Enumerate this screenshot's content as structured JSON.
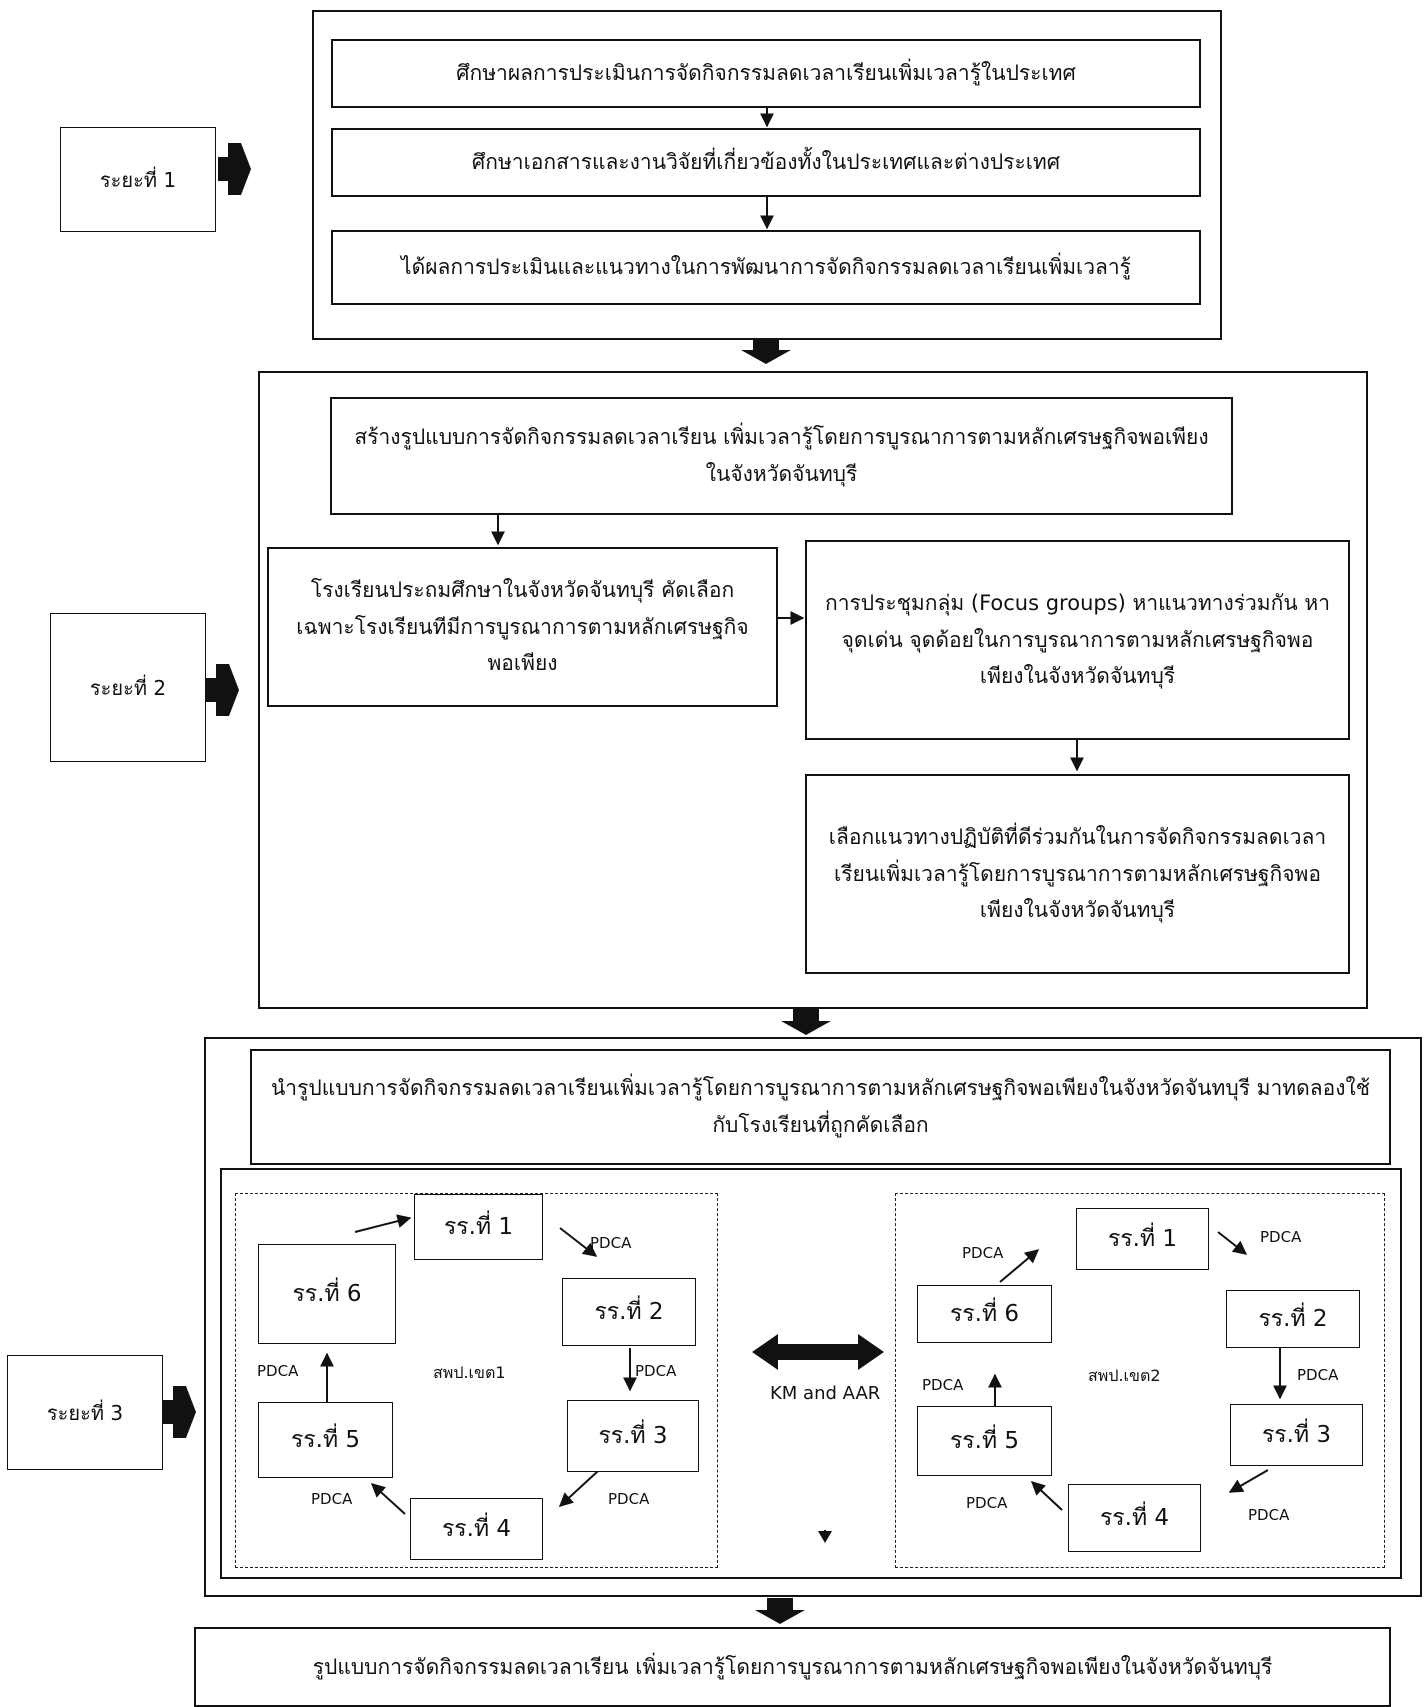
{
  "phases": {
    "p1": "ระยะที่ 1",
    "p2": "ระยะที่ 2",
    "p3": "ระยะที่ 3"
  },
  "stage1": {
    "step1": "ศึกษาผลการประเมินการจัดกิจกรรมลดเวลาเรียนเพิ่มเวลารู้ในประเทศ",
    "step2": "ศึกษาเอกสารและงานวิจัยที่เกี่ยวข้องทั้งในประเทศและต่างประเทศ",
    "step3": "ได้ผลการประเมินและแนวทางในการพัฒนาการจัดกิจกรรมลดเวลาเรียนเพิ่มเวลารู้"
  },
  "stage2": {
    "create": "สร้างรูปแบบการจัดกิจกรรมลดเวลาเรียน เพิ่มเวลารู้โดยการบูรณาการตามหลักเศรษฐกิจพอเพียงในจังหวัดจันทบุรี",
    "schools": "โรงเรียนประถมศึกษาในจังหวัดจันทบุรี คัดเลือกเฉพาะโรงเรียนทีมีการบูรณาการตามหลักเศรษฐกิจพอเพียง",
    "focus": "การประชุมกลุ่ม (Focus groups) หาแนวทางร่วมกัน หาจุดเด่น จุดด้อยในการบูรณาการตามหลักเศรษฐกิจพอเพียงในจังหวัดจันทบุรี",
    "select": "เลือกแนวทางปฏิบัติที่ดีร่วมกันในการจัดกิจกรรมลดเวลาเรียนเพิ่มเวลารู้โดยการบูรณาการตามหลักเศรษฐกิจพอเพียงในจังหวัดจันทบุรี"
  },
  "stage3": {
    "apply": "นำรูปแบบการจัดกิจกรรมลดเวลาเรียนเพิ่มเวลารู้โดยการบูรณาการตามหลักเศรษฐกิจพอเพียงในจังหวัดจันทบุรี มาทดลองใช้กับโรงเรียนที่ถูกคัดเลือก",
    "area1": "สพป.เขต1",
    "area2": "สพป.เขต2",
    "exchange": "KM and AAR",
    "pdca": "PDCA",
    "schools": [
      "รร.ที่ 1",
      "รร.ที่ 2",
      "รร.ที่ 3",
      "รร.ที่ 4",
      "รร.ที่ 5",
      "รร.ที่ 6"
    ]
  },
  "result": "รูปแบบการจัดกิจกรรมลดเวลาเรียน เพิ่มเวลารู้โดยการบูรณาการตามหลักเศรษฐกิจพอเพียงในจังหวัดจันทบุรี"
}
